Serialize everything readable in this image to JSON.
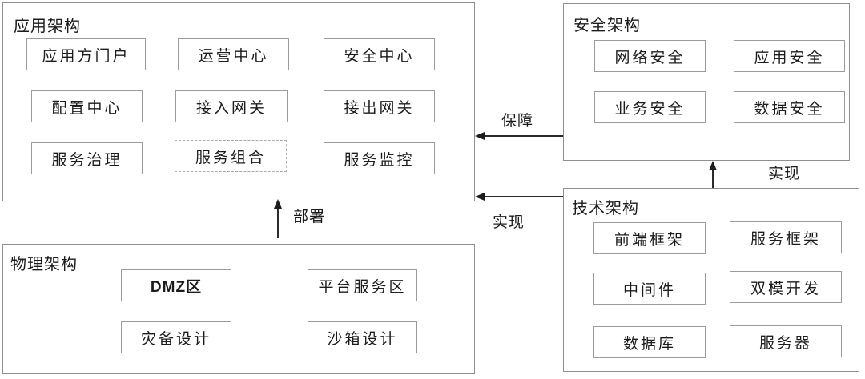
{
  "diagram": {
    "title": "architecture-overview",
    "groups": [
      {
        "id": "application",
        "title": "应用架构",
        "items": [
          "应用方门户",
          "运营中心",
          "安全中心",
          "配置中心",
          "接入网关",
          "接出网关",
          "服务治理",
          "服务组合",
          "服务监控"
        ],
        "dashed_item": "服务组合"
      },
      {
        "id": "security",
        "title": "安全架构",
        "items": [
          "网络安全",
          "应用安全",
          "业务安全",
          "数据安全"
        ]
      },
      {
        "id": "technology",
        "title": "技术架构",
        "items": [
          "前端框架",
          "服务框架",
          "中间件",
          "双模开发",
          "数据库",
          "服务器"
        ]
      },
      {
        "id": "physical",
        "title": "物理架构",
        "items": [
          "DMZ区",
          "平台服务区",
          "灾备设计",
          "沙箱设计"
        ]
      }
    ],
    "arrows": [
      {
        "id": "baozhang",
        "label": "保障",
        "from": "security",
        "to": "application",
        "direction": "left"
      },
      {
        "id": "shixian-horizontal",
        "label": "实现",
        "from": "technology",
        "to": "application",
        "direction": "left"
      },
      {
        "id": "shixian-vertical",
        "label": "实现",
        "from": "technology",
        "to": "security",
        "direction": "up"
      },
      {
        "id": "bushu",
        "label": "部署",
        "from": "physical",
        "to": "application",
        "direction": "up"
      }
    ],
    "colors": {
      "background": "#ffffff",
      "outer_border": "#8f8f8f",
      "inner_border": "#9b9b9b",
      "dashed_border": "#ababab",
      "text": "#1c1c1c",
      "arrow": "#2b2b2b"
    }
  }
}
